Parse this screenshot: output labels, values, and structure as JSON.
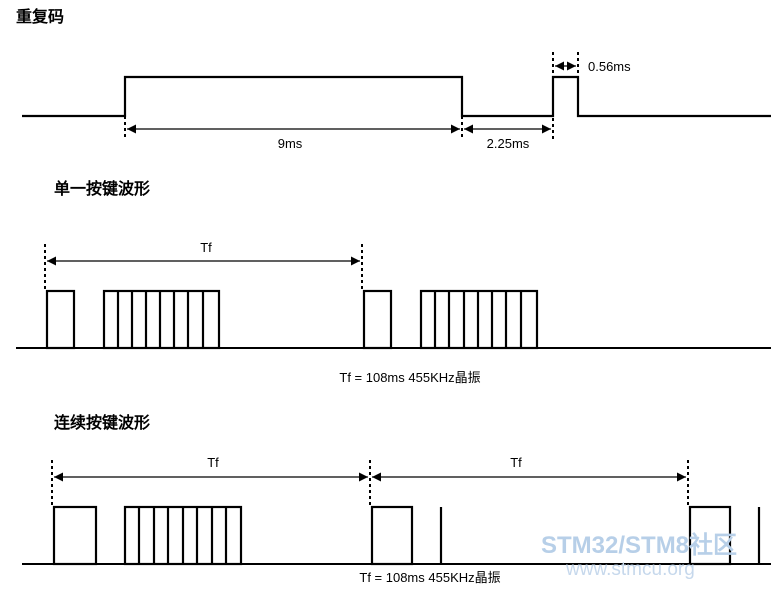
{
  "sections": {
    "repeat_code": {
      "title": "重复码",
      "t1": "9ms",
      "t2": "2.25ms",
      "t3": "0.56ms"
    },
    "single_key": {
      "title": "单一按键波形",
      "period": "Tf",
      "caption": "Tf = 108ms  455KHz晶振"
    },
    "continuous_key": {
      "title": "连续按键波形",
      "period1": "Tf",
      "period2": "Tf",
      "caption": "Tf = 108ms  455KHz晶振"
    }
  },
  "watermark": {
    "line1": "STM32/STM8社区",
    "line2": "www.stmcu.org"
  }
}
